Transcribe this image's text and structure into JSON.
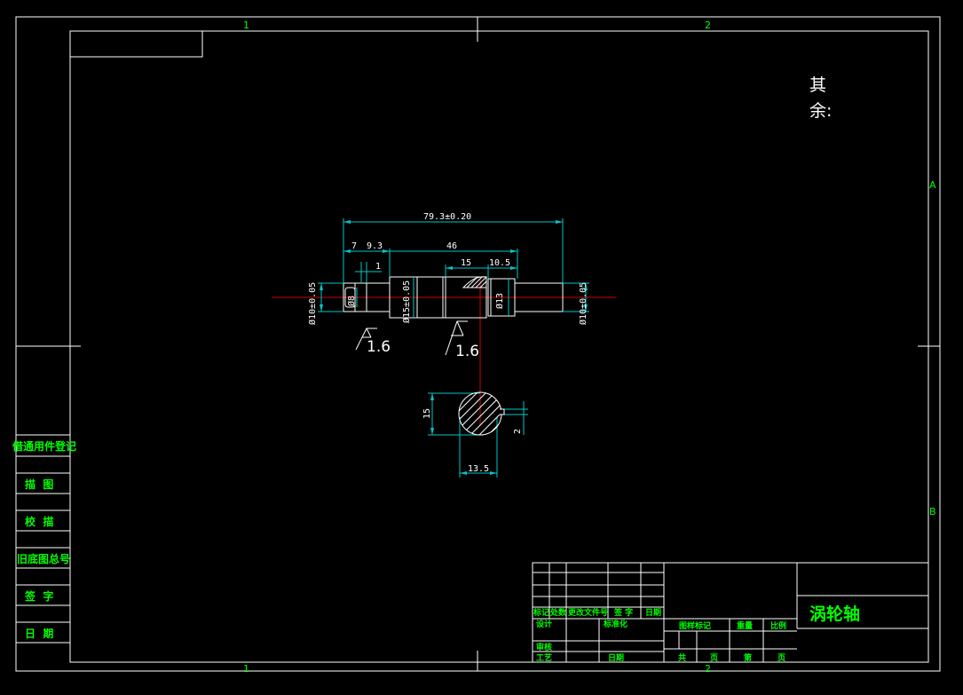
{
  "colors": {
    "background": "#000000",
    "frame": "#ffffff",
    "dimension": "#00c8c8",
    "centerline": "#d00000",
    "label_green": "#00ff00",
    "text_white": "#ffffff"
  },
  "border": {
    "zone_top_left": "1",
    "zone_top_right": "2",
    "zone_bottom_left": "1",
    "zone_bottom_right": "2",
    "zone_right_top": "A",
    "zone_right_bottom": "B"
  },
  "note": {
    "line1": "其",
    "line2": "余:"
  },
  "side_panel": {
    "items": [
      "借通用件登记",
      "描  图",
      "校  描",
      "旧底图总号",
      "签  字",
      "日  期"
    ]
  },
  "dimensions": {
    "overall_length": "79.3±0.20",
    "d7": "7",
    "d9_3": "9.3",
    "d46": "46",
    "d1": "1",
    "d15_top": "15",
    "d10_5": "10.5",
    "dia_left": "Ø10±0.05",
    "dia_8": "Ø8",
    "dia_15": "Ø15±0.05",
    "dia_13": "Ø13",
    "dia_right": "Ø10±0.05",
    "roughness_1": "1.6",
    "roughness_2": "1.6",
    "section_height": "15",
    "section_keyway": "2",
    "section_width": "13.5"
  },
  "title_block": {
    "part_name": "涡轮轴",
    "row_labels": [
      "标记",
      "处数",
      "更改文件号",
      "签 字",
      "日期"
    ],
    "design": "设计",
    "standardize": "标准化",
    "review": "审核",
    "process": "工艺",
    "date": "日期",
    "stage_mark": "图样标记",
    "weight": "重量",
    "scale": "比例",
    "total": "共",
    "pages": "页",
    "sheet": "第",
    "page": "页"
  }
}
